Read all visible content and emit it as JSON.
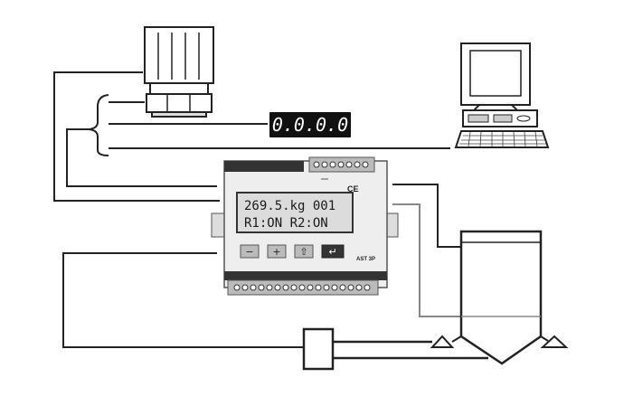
{
  "remote_display": {
    "value": "-0.0.0.0."
  },
  "indicator": {
    "lcd_line1": "269.5.kg 001",
    "lcd_line2": "R1:ON  R2:ON",
    "model": "AST 3P",
    "mark": "CE",
    "keys": [
      "−",
      "+",
      "⇧",
      "↵"
    ]
  },
  "icons": [
    "load-cell-icon",
    "computer-icon",
    "weighing-indicator-icon",
    "silo-icon",
    "valve-icon"
  ]
}
